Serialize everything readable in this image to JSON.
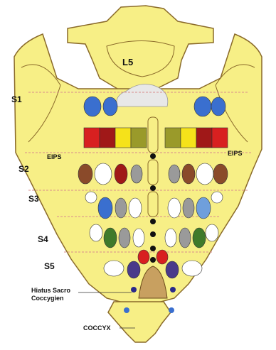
{
  "labels": {
    "l5": "L5",
    "s1": "S1",
    "s2": "S2",
    "s3": "S3",
    "s4": "S4",
    "s5": "S5",
    "eips_left": "EIPS",
    "eips_right": "EIPS",
    "hiatus_line1": "Hiatus Sacro",
    "hiatus_line2": "Coccygien",
    "coccyx": "COCCYX"
  },
  "colors": {
    "bone": "#f7ef86",
    "bone_outline": "#8a6a2a",
    "guide_line": "#d98c8c",
    "midline_dot": "#111111",
    "blue": "#3a6fcf",
    "light_blue": "#6f9fdc",
    "brown": "#8a4a2a",
    "dark_red": "#a01818",
    "red": "#d82020",
    "yellow": "#f5e21a",
    "olive": "#9a9a2a",
    "grey": "#9a9a9a",
    "white": "#ffffff",
    "green": "#3f7a2a",
    "purple": "#4a3a8a"
  },
  "color_bar_s1": [
    "red",
    "dark_red",
    "yellow",
    "olive",
    "olive",
    "yellow",
    "dark_red",
    "red"
  ]
}
